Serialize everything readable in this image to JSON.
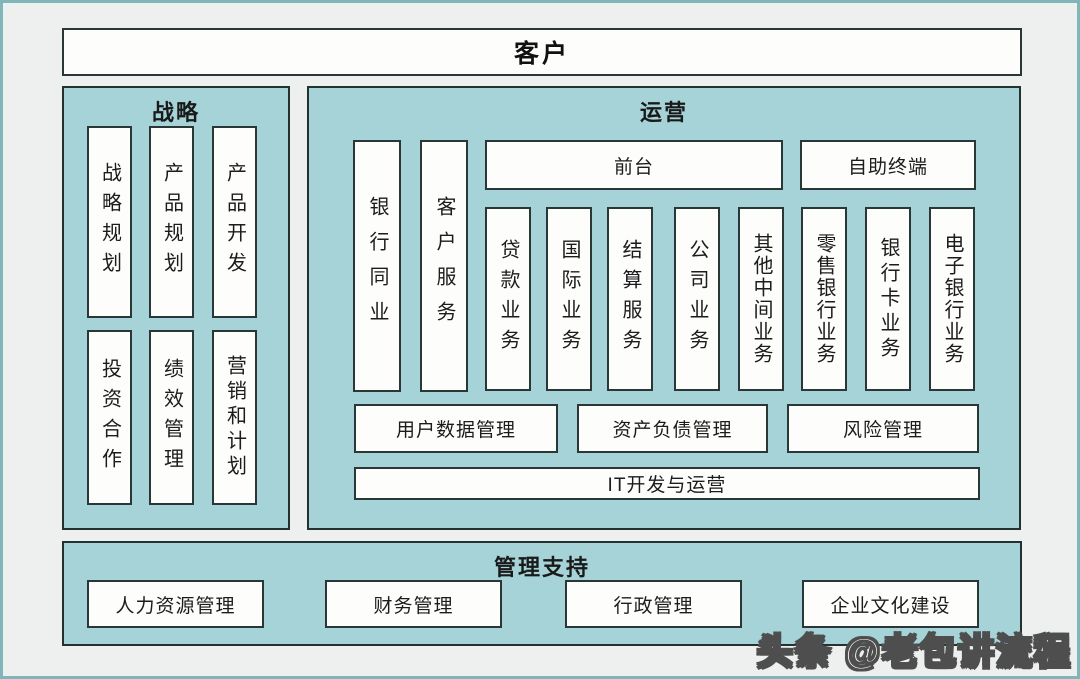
{
  "customer": {
    "label": "客户"
  },
  "strategy": {
    "title": "战略",
    "row1": [
      "战略规划",
      "产品规划",
      "产品开发"
    ],
    "row2": [
      "投资合作",
      "绩效管理",
      "营销和计划"
    ]
  },
  "operations": {
    "title": "运营",
    "tall_columns": [
      "银行同业",
      "客户服务"
    ],
    "front_desk": "前台",
    "self_terminal": "自助终端",
    "business_columns": [
      "贷款业务",
      "国际业务",
      "结算服务",
      "公司业务",
      "其他中间业务",
      "零售银行业务",
      "银行卡业务",
      "电子银行业务"
    ],
    "management_row": [
      "用户数据管理",
      "资产负债管理",
      "风险管理"
    ],
    "it_bar": "IT开发与运营"
  },
  "support": {
    "title": "管理支持",
    "items": [
      "人力资源管理",
      "财务管理",
      "行政管理",
      "企业文化建设"
    ]
  },
  "watermark": "头条 @老包讲流程",
  "colors": {
    "section_fill": "#a5d3d7",
    "section_border": "#233131",
    "box_fill": "#fdfdfc",
    "box_border": "#2a3737",
    "frame": "#7fb6ba",
    "background": "#edf0ee",
    "text": "#1c1c1c",
    "watermark_fill": "#ffffff",
    "watermark_outline": "#4e4e4e"
  }
}
